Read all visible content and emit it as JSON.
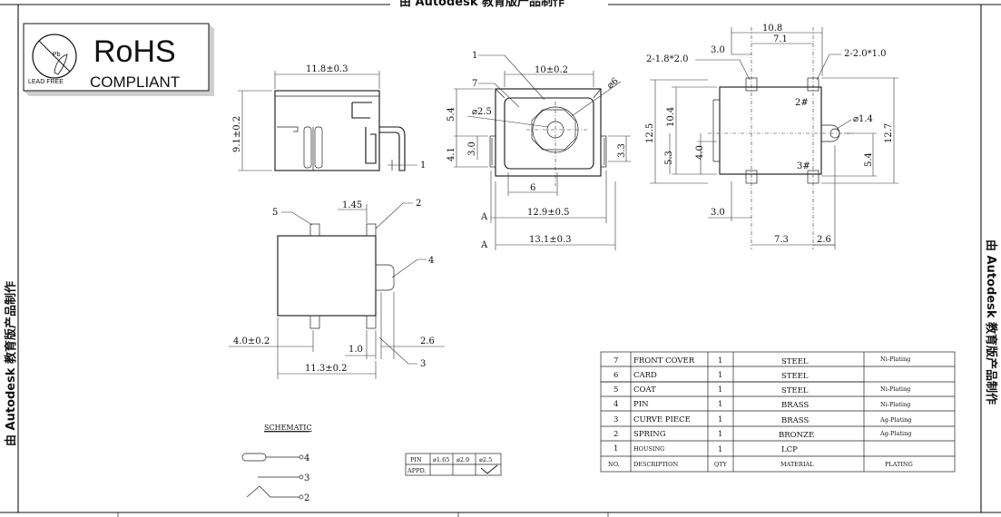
{
  "watermark": {
    "text": "由 Autodesk 教育版产品制作"
  },
  "rohs": {
    "title": "RoHS",
    "subtitle": "COMPLIANT",
    "lead_free": "LEAD FREE",
    "logo_letter": "Pb"
  },
  "side_view": {
    "dim_width": "11.8±0.3",
    "dim_height": "9.1±0.2",
    "dim_pin": "1"
  },
  "front_view": {
    "callout_1": "1",
    "callout_7": "7",
    "dim_width": "10±0.2",
    "dim_phi6": "⌀6",
    "dim_phi25": "⌀2.5",
    "dim_54": "5.4",
    "dim_41": "4.1",
    "dim_30": "3.0",
    "dim_33": "3.3",
    "dim_6": "6",
    "dim_129": "12.9±0.5",
    "dim_131": "13.1±0.3",
    "mark_a1": "A",
    "mark_a2": "A"
  },
  "top_view": {
    "dim_108": "10.8",
    "dim_71": "7.1",
    "dim_30a": "3.0",
    "note_left": "2-1.8*2.0",
    "note_right": "2-2.0*1.0",
    "label_2": "2#",
    "label_3": "3#",
    "dim_phi14": "⌀1.4",
    "dim_125": "12.5",
    "dim_104": "10.4",
    "dim_53": "5.3",
    "dim_40": "4.0",
    "dim_127": "12.7",
    "dim_54b": "5.4",
    "dim_30b": "3.0",
    "dim_73": "7.3",
    "dim_26": "2.6"
  },
  "bottom_view": {
    "callout_5": "5",
    "callout_2": "2",
    "callout_4": "4",
    "callout_3": "3",
    "dim_145": "1.45",
    "dim_40": "4.0±0.2",
    "dim_10": "1.0",
    "dim_26": "2.6",
    "dim_113": "11.3±0.2"
  },
  "schematic": {
    "title": "SCHEMATIC",
    "pin4": "4",
    "pin3": "3",
    "pin2": "2"
  },
  "pin_table": {
    "headers": [
      "PIN",
      "⌀1.65",
      "⌀2.0",
      "⌀2.5"
    ],
    "row_label": "APPD."
  },
  "bom": {
    "rows": [
      {
        "no": "7",
        "desc": "FRONT COVER",
        "qty": "1",
        "mat": "STEEL",
        "plating": "Ni-Plating"
      },
      {
        "no": "6",
        "desc": "CARD",
        "qty": "1",
        "mat": "STEEL",
        "plating": ""
      },
      {
        "no": "5",
        "desc": "COAT",
        "qty": "1",
        "mat": "STEEL",
        "plating": "Ni-Plating"
      },
      {
        "no": "4",
        "desc": "PIN",
        "qty": "1",
        "mat": "BRASS",
        "plating": "Ni-Plating"
      },
      {
        "no": "3",
        "desc": "CURVE PIECE",
        "qty": "1",
        "mat": "BRASS",
        "plating": "Ag-Plating"
      },
      {
        "no": "2",
        "desc": "SPRING",
        "qty": "1",
        "mat": "BRONZE",
        "plating": "Ag-Plating"
      },
      {
        "no": "1",
        "desc": "HOUSING",
        "qty": "1",
        "mat": "LCP",
        "plating": ""
      }
    ],
    "header": {
      "no": "NO.",
      "desc": "DESCRIPTION",
      "qty": "QTY",
      "mat": "MATERIAL",
      "plating": "PLATING"
    }
  }
}
